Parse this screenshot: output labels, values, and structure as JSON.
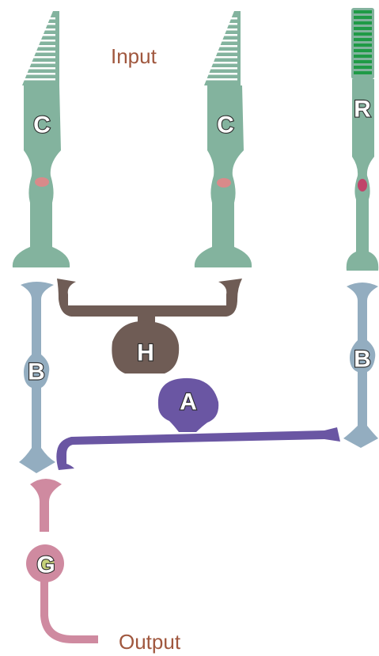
{
  "captions": {
    "input": "Input",
    "output": "Output"
  },
  "labels": {
    "cone_left": "C",
    "cone_right": "C",
    "rod": "R",
    "bipolar_left": "B",
    "bipolar_right": "B",
    "horizontal": "H",
    "amacrine": "A",
    "ganglion": "G"
  },
  "colors": {
    "cone": "#83b39e",
    "rod": "#83b39e",
    "rod_disks": "#1f9a46",
    "nucleus_cone": "#d98a8a",
    "nucleus_rod": "#c0446a",
    "bipolar": "#93adc0",
    "horizontal": "#6f5c55",
    "amacrine": "#6a56a3",
    "ganglion": "#cf8aa0",
    "ganglion_nucleus": "#c7d27a",
    "caption": "#a0573e"
  }
}
